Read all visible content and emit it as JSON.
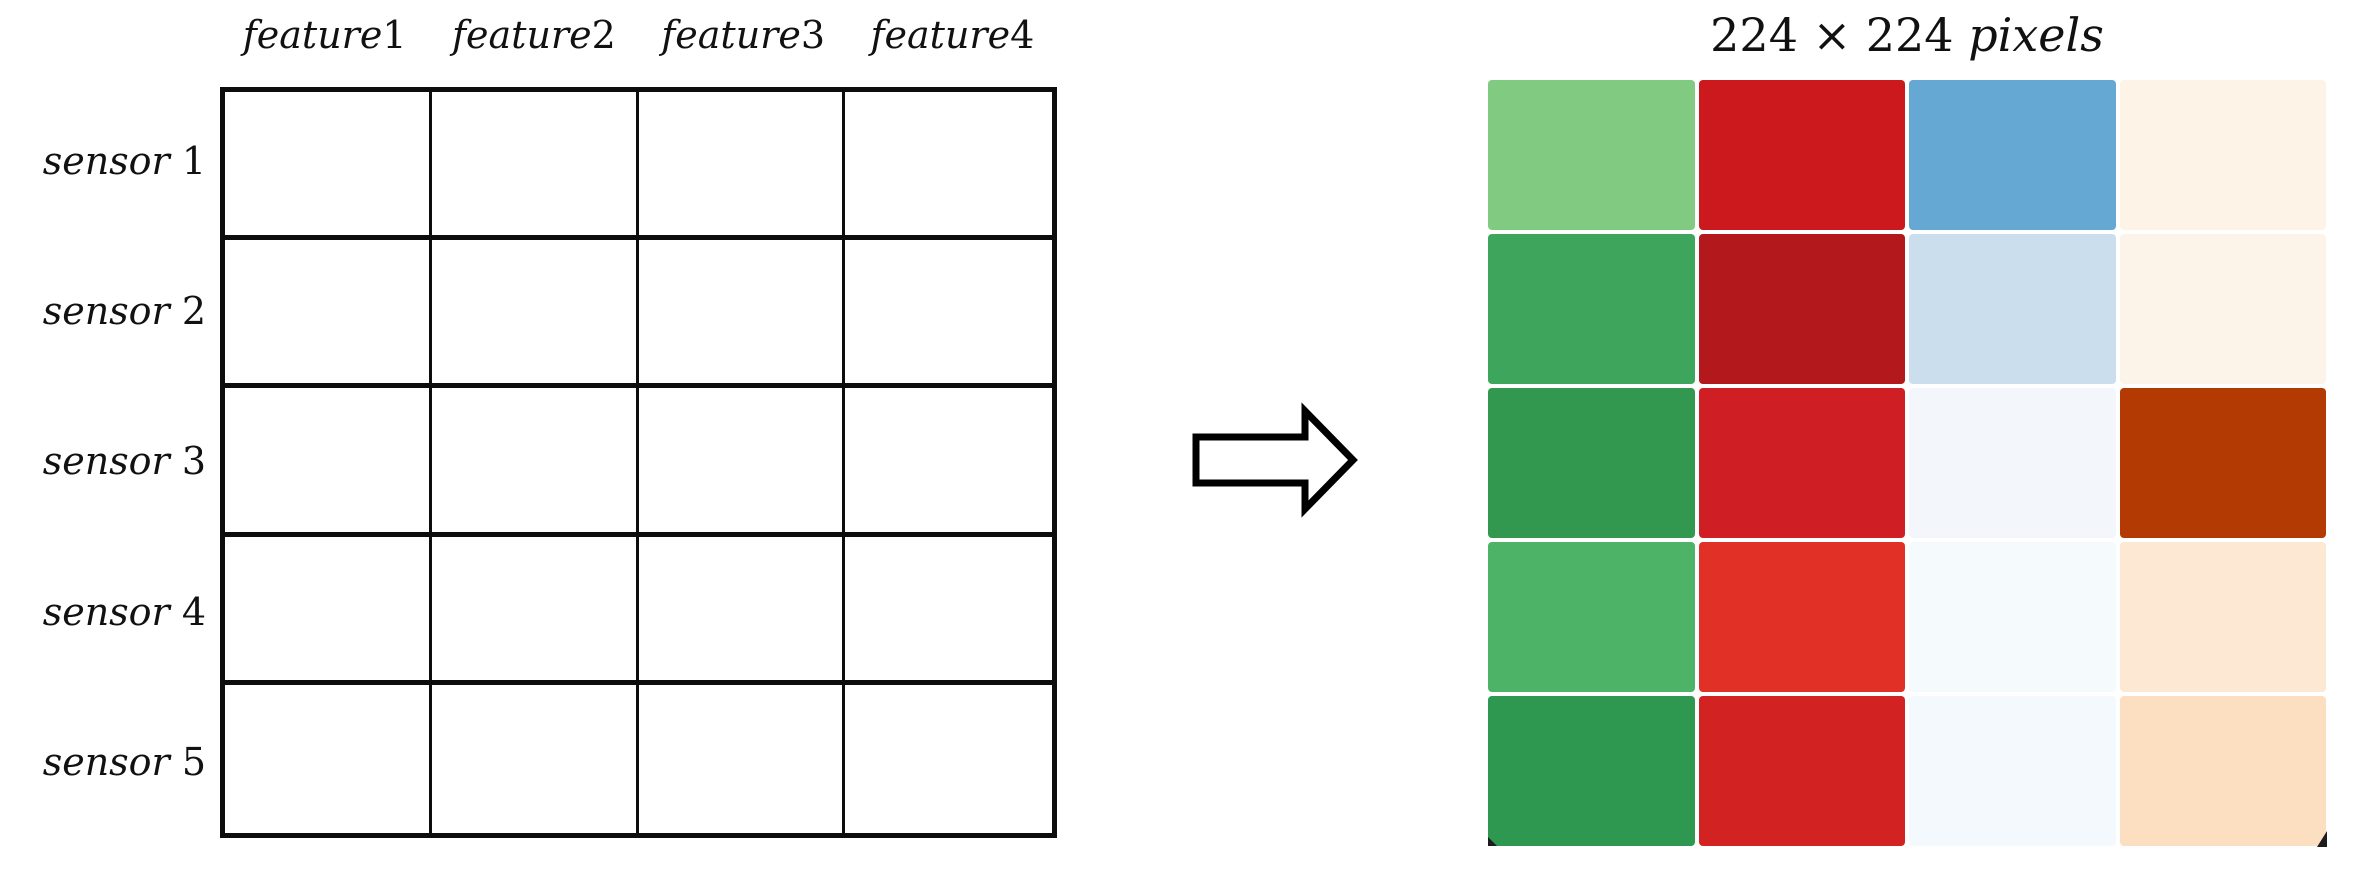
{
  "figure": {
    "left_table": {
      "column_headers": [
        "feature 1",
        "feature 2",
        "feature 3",
        "feature 4"
      ],
      "row_labels": [
        "sensor 1",
        "sensor 2",
        "sensor 3",
        "sensor 4",
        "sensor 5"
      ],
      "rows": 5,
      "cols": 4
    },
    "arrow": {
      "direction": "right"
    },
    "heatmap": {
      "title": "224 × 224 pixels",
      "rows": 5,
      "cols": 4,
      "cell_colors": [
        [
          "#81ca81",
          "#cb191e",
          "#65a8d3",
          "#fdf3e6"
        ],
        [
          "#3ea55c",
          "#b2181c",
          "#cbdeee",
          "#fdf4e9"
        ],
        [
          "#33984f",
          "#d01f24",
          "#f3f7fc",
          "#b33a02"
        ],
        [
          "#4db367",
          "#e13126",
          "#f5fafd",
          "#fde8d3"
        ],
        [
          "#2f9850",
          "#d22322",
          "#f3f9fd",
          "#fcdfc0"
        ]
      ]
    },
    "colors": {
      "line": "#0d0d0d",
      "background": "#ffffff"
    }
  }
}
